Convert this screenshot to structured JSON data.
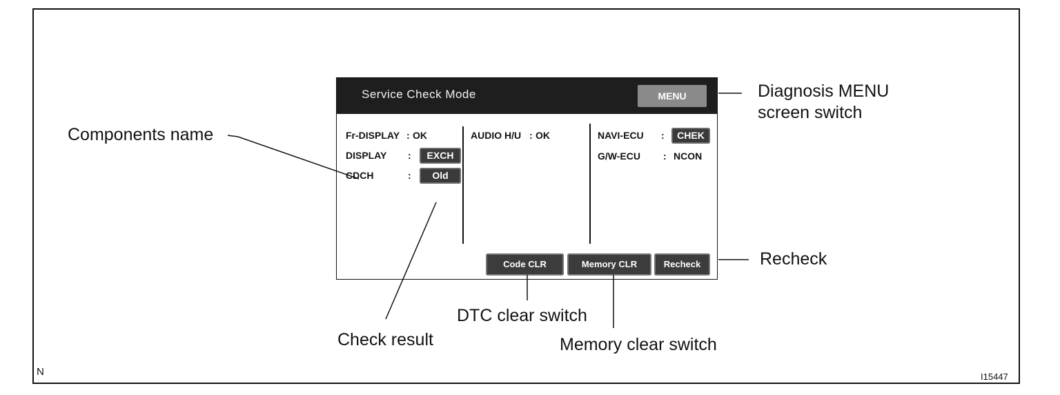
{
  "screen": {
    "title": "Service Check Mode",
    "menu_button": "MENU",
    "components": {
      "fr_display": {
        "name": "Fr-DISPLAY",
        "sep": ":",
        "result": "OK"
      },
      "display": {
        "name": "DISPLAY",
        "sep": ":",
        "result": "EXCH"
      },
      "cdch": {
        "name": "CDCH",
        "sep": ":",
        "result": "Old"
      },
      "audio_hu": {
        "name": "AUDIO H/U",
        "sep": ":",
        "result": "OK"
      },
      "navi_ecu": {
        "name": "NAVI-ECU",
        "sep": ":",
        "result": "CHEK"
      },
      "gw_ecu": {
        "name": "G/W-ECU",
        "sep": ":",
        "result": "NCON"
      }
    },
    "buttons": {
      "code_clr": "Code CLR",
      "memory_clr": "Memory CLR",
      "recheck": "Recheck"
    }
  },
  "callouts": {
    "components_name": "Components name",
    "diagnosis_menu_line1": "Diagnosis MENU",
    "diagnosis_menu_line2": "screen switch",
    "recheck": "Recheck",
    "dtc_clear": "DTC clear switch",
    "check_result": "Check result",
    "memory_clear": "Memory clear switch"
  },
  "corner_left": "N",
  "figure_id": "I15447"
}
